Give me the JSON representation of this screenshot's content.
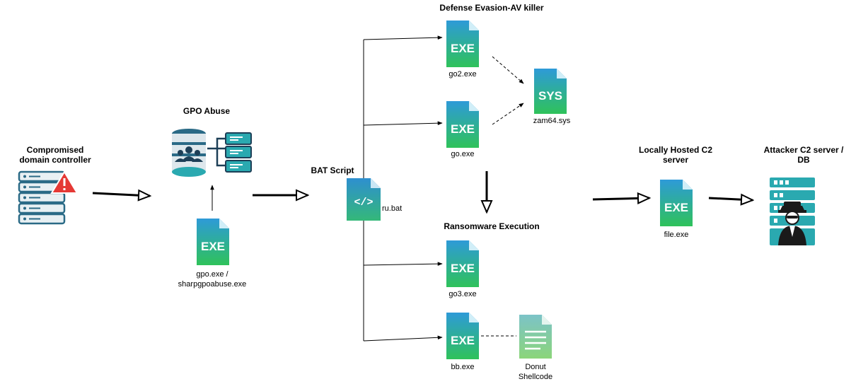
{
  "titles": {
    "compromised": "Compromised\ndomain controller",
    "gpo_abuse": "GPO Abuse",
    "bat_script": "BAT Script",
    "defense_evasion": "Defense Evasion-AV killer",
    "ransomware_execution": "Ransomware Execution",
    "local_c2": "Locally Hosted C2\nserver",
    "attacker_c2": "Attacker C2 server /\nDB"
  },
  "files": {
    "gpo_exe": "gpo.exe /\nsharpgpoabuse.exe",
    "ru_bat": "ru.bat",
    "go2_exe": "go2.exe",
    "go_exe": "go.exe",
    "zam64_sys": "zam64.sys",
    "go3_exe": "go3.exe",
    "bb_exe": "bb.exe",
    "donut": "Donut\nShellcode",
    "file_exe": "file.exe"
  },
  "badges": {
    "exe": "EXE",
    "sys": "SYS",
    "code": "</>"
  },
  "colors": {
    "file_grad_top": "#2e9ad8",
    "file_grad_bottom": "#2fc25a",
    "server_stripe": "#2a6a86",
    "warning_red": "#e53935",
    "teal": "#2aa9b0"
  }
}
